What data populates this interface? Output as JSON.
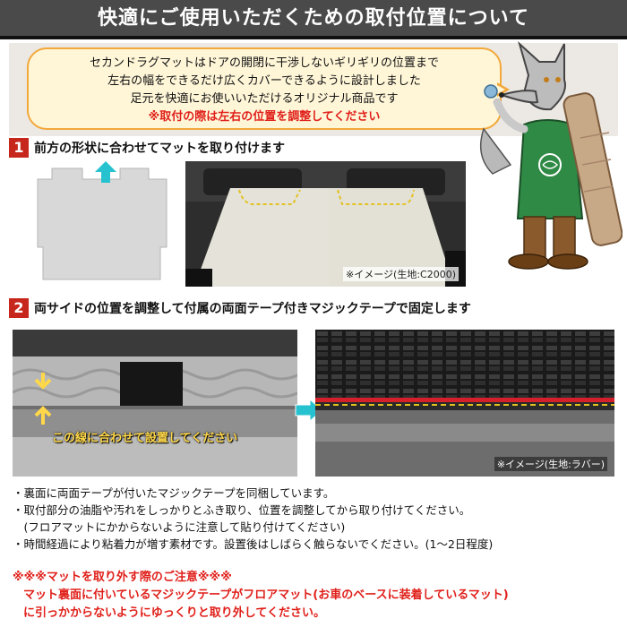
{
  "header": {
    "title": "快適にご使用いただくための取付位置について"
  },
  "intro": {
    "lines": [
      "セカンドラグマットはドアの開閉に干渉しないギリギリの位置まで",
      "左右の幅をできるだけ広くカバーできるように設計しました",
      "足元を快適にお使いいただけるオリジナル商品です"
    ],
    "warning": "※取付の際は左右の位置を調整してください"
  },
  "step1": {
    "number": "1",
    "text": "前方の形状に合わせてマットを取り付けます",
    "photo_caption": "※イメージ(生地:C2000)"
  },
  "step2": {
    "number": "2",
    "text": "両サイドの位置を調整して付属の両面テープ付きマジックテープで固定します",
    "align_label": "この線に合わせて設置してください",
    "photo_caption": "※イメージ(生地:ラバー)"
  },
  "bullets": [
    "・裏面に両面テープが付いたマジックテープを同梱しています。",
    "・取付部分の油脂や汚れをしっかりとふき取り、位置を調整してから取り付けてください。",
    "　(フロアマットにかからないように注意して貼り付けてください)",
    "・時間経過により粘着力が増す素材です。設置後はしばらく触らないでください。(1〜2日程度)"
  ],
  "notice": {
    "title": "※※※マットを取り外す際のご注意※※※",
    "line1": "マット裏面に付いているマジックテープがフロアマット(お車のベースに装着しているマット)",
    "line2": "に引っかからないようにゆっくりと取り外してください。"
  },
  "colors": {
    "banner": "#4a4a4a",
    "accent_red": "#c6261b",
    "warning_red": "#e0201a",
    "bubble_fill": "#fff6d8",
    "bubble_border": "#f2a83a",
    "arrow_cyan": "#27c2cf",
    "label_yellow": "#ffd84a"
  },
  "icons": {
    "mascot": "wolf-mascot-icon",
    "up_arrow": "up-arrow-icon",
    "right_arrow": "right-arrow-icon"
  }
}
